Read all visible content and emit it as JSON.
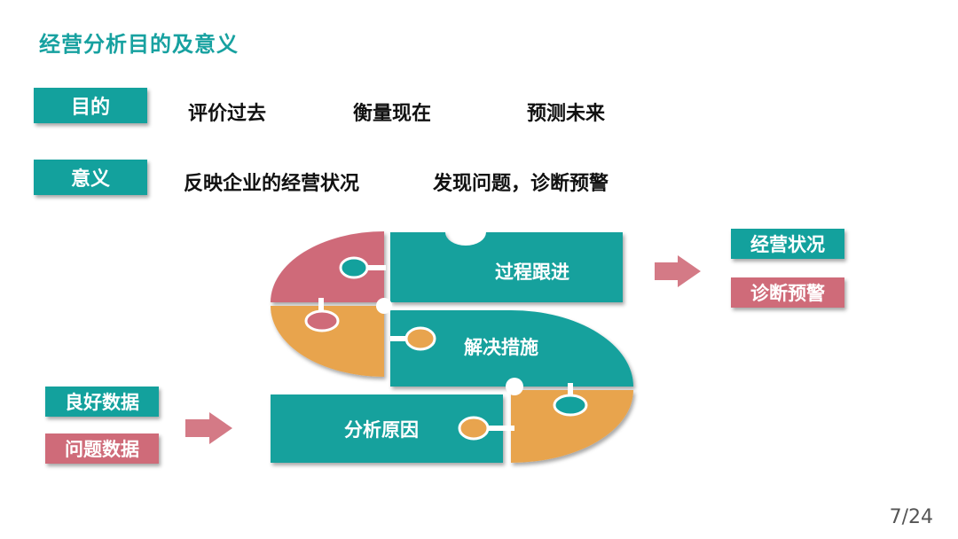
{
  "slide": {
    "title": "经营分析目的及意义",
    "page_number": "7/24"
  },
  "purpose": {
    "tag": "目的",
    "items": [
      "评价过去",
      "衡量现在",
      "预测未来"
    ]
  },
  "meaning": {
    "tag": "意义",
    "items": [
      "反映企业的经营状况",
      "发现问题，诊断预警"
    ]
  },
  "diagram": {
    "steps": [
      "过程跟进",
      "解决措施",
      "分析原因"
    ],
    "inputs": [
      "良好数据",
      "问题数据"
    ],
    "outputs": [
      "经营状况",
      "诊断预警"
    ]
  },
  "colors": {
    "teal": "#13a19d",
    "pink": "#cf6b79",
    "orange": "#e8a44e",
    "title": "#17a1a0"
  }
}
